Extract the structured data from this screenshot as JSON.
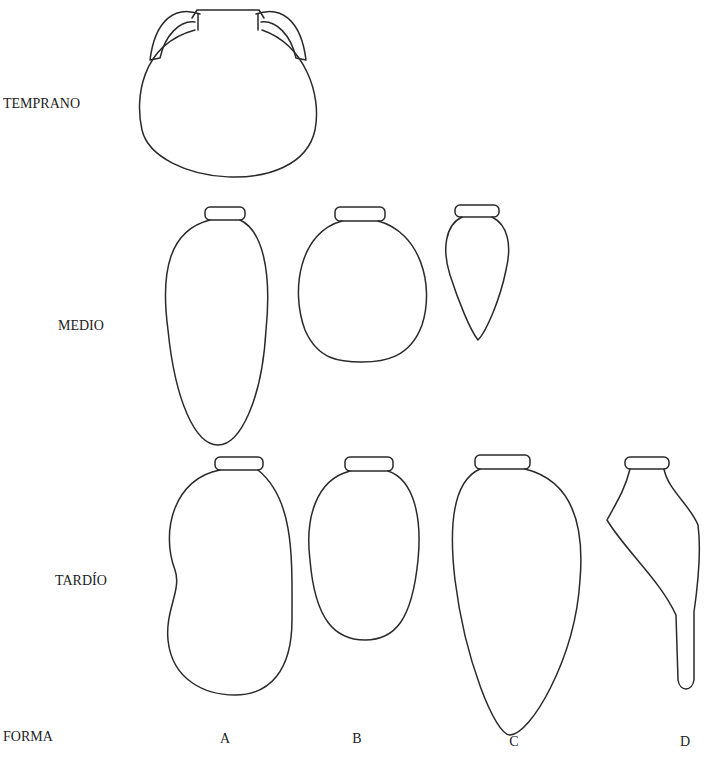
{
  "diagram": {
    "labels": [
      "TEMPRANO",
      "MEDIO",
      "TARDÍO",
      "FORMA",
      "A",
      "B",
      "C",
      "D"
    ]
  }
}
